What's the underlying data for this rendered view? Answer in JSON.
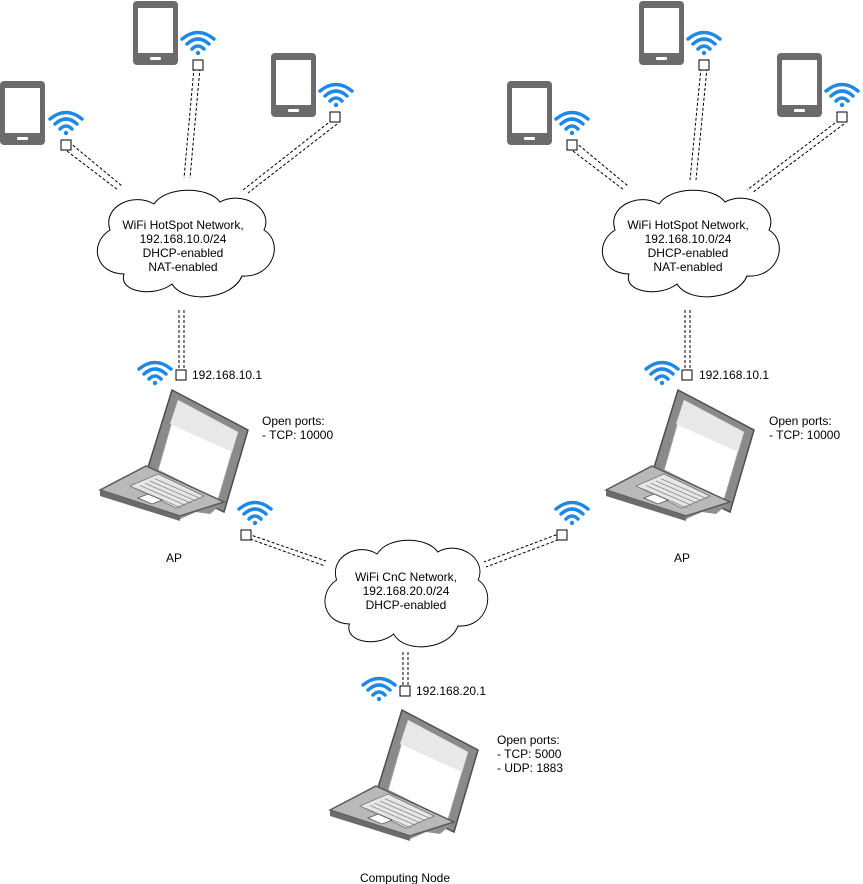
{
  "colors": {
    "wifi": "#1e88e5",
    "device_gray": "#6b6b6b",
    "line": "#000000",
    "cloud_fill": "#ffffff",
    "cloud_stroke": "#000000"
  },
  "hotspot_left": {
    "cloud_lines": [
      "WiFi HotSpot Network,",
      "192.168.10.0/24",
      "DHCP-enabled",
      "NAT-enabled"
    ]
  },
  "hotspot_right": {
    "cloud_lines": [
      "WiFi HotSpot Network,",
      "192.168.10.0/24",
      "DHCP-enabled",
      "NAT-enabled"
    ]
  },
  "cnc": {
    "cloud_lines": [
      "WiFi CnC Network,",
      "192.168.20.0/24",
      "DHCP-enabled"
    ]
  },
  "ap_left": {
    "ip": "192.168.10.1",
    "label": "AP",
    "ports_lines": [
      "Open ports:",
      "- TCP: 10000"
    ]
  },
  "ap_right": {
    "ip": "192.168.10.1",
    "label": "AP",
    "ports_lines": [
      "Open ports:",
      "- TCP: 10000"
    ]
  },
  "computing_node": {
    "ip": "192.168.20.1",
    "label": "Computing Node",
    "ports_lines": [
      "Open ports:",
      "- TCP: 5000",
      "- UDP: 1883"
    ]
  },
  "icons": {
    "phone": "smartphone-icon",
    "laptop": "laptop-icon",
    "wifi": "wifi-icon",
    "cloud": "cloud-shape",
    "port": "network-port-square"
  }
}
